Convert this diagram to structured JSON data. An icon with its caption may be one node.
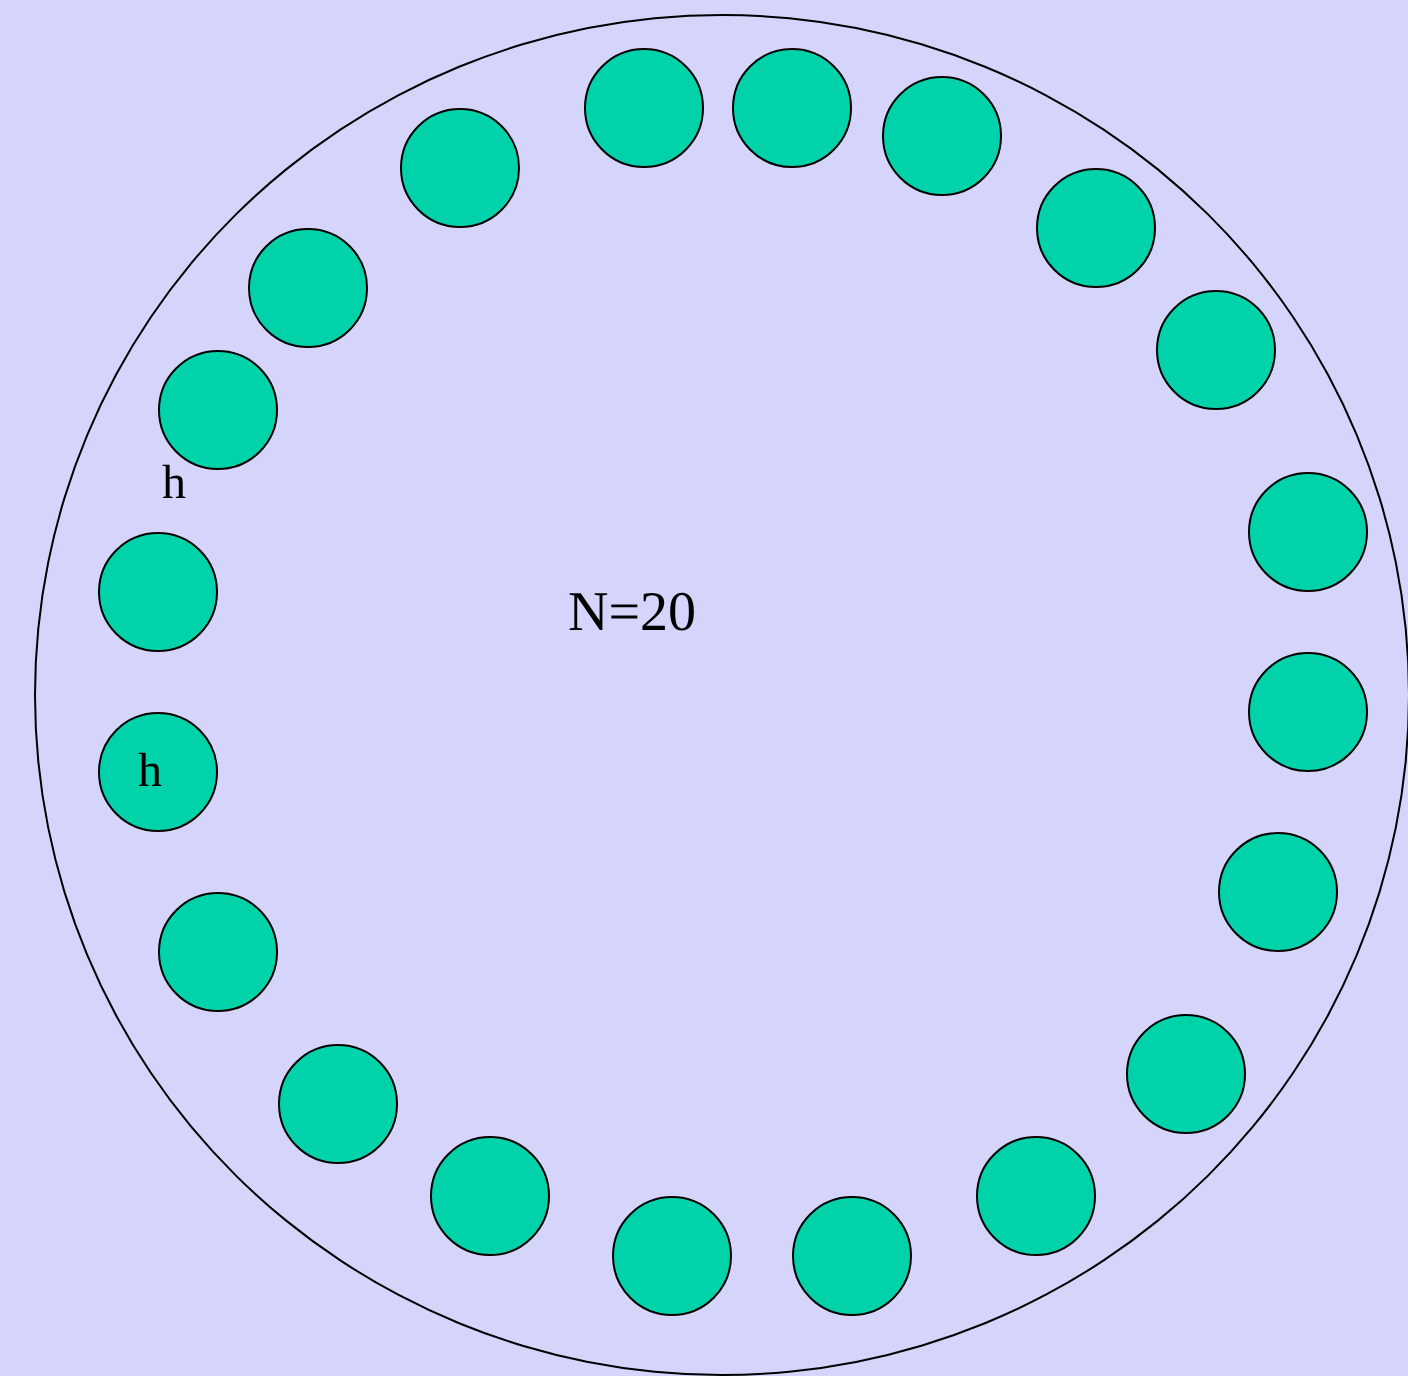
{
  "diagram": {
    "nodes": [
      {
        "text": [
          "N=20"
        ]
      },
      {
        "text": [],
        "shape": "circle",
        "in": 0
      },
      {
        "text": [],
        "shape": "circle",
        "in": 0
      },
      {
        "text": [],
        "shape": "circle",
        "in": 0
      },
      {
        "text": [],
        "shape": "circle",
        "in": 0
      },
      {
        "text": [],
        "shape": "circle",
        "in": 0
      },
      {
        "text": [],
        "shape": "circle",
        "in": 0
      },
      {
        "text": [],
        "shape": "circle",
        "in": 0
      },
      {
        "text": [],
        "shape": "circle",
        "in": 0
      },
      {
        "text": [],
        "shape": "circle",
        "in": 0
      },
      {
        "text": [],
        "shape": "circle",
        "in": 0
      },
      {
        "text": [],
        "shape": "circle",
        "in": 0
      },
      {
        "text": [
          "h"
        ],
        "in": 0
      },
      {
        "text": [],
        "shape": "circle",
        "in": 0
      },
      {
        "text": [],
        "shape": "circle",
        "in": 0
      },
      {
        "text": [],
        "shape": "circle",
        "in": 0
      },
      {
        "text": [],
        "shape": "circle",
        "in": 0
      },
      {
        "text": [],
        "shape": "circle",
        "in": 0
      },
      {
        "text": [],
        "shape": "circle",
        "in": 0
      },
      {
        "text": [],
        "shape": "circle",
        "in": 0
      },
      {
        "text": [],
        "shape": "circle",
        "in": 0
      }
    ],
    "labels": [
      "h"
    ]
  }
}
